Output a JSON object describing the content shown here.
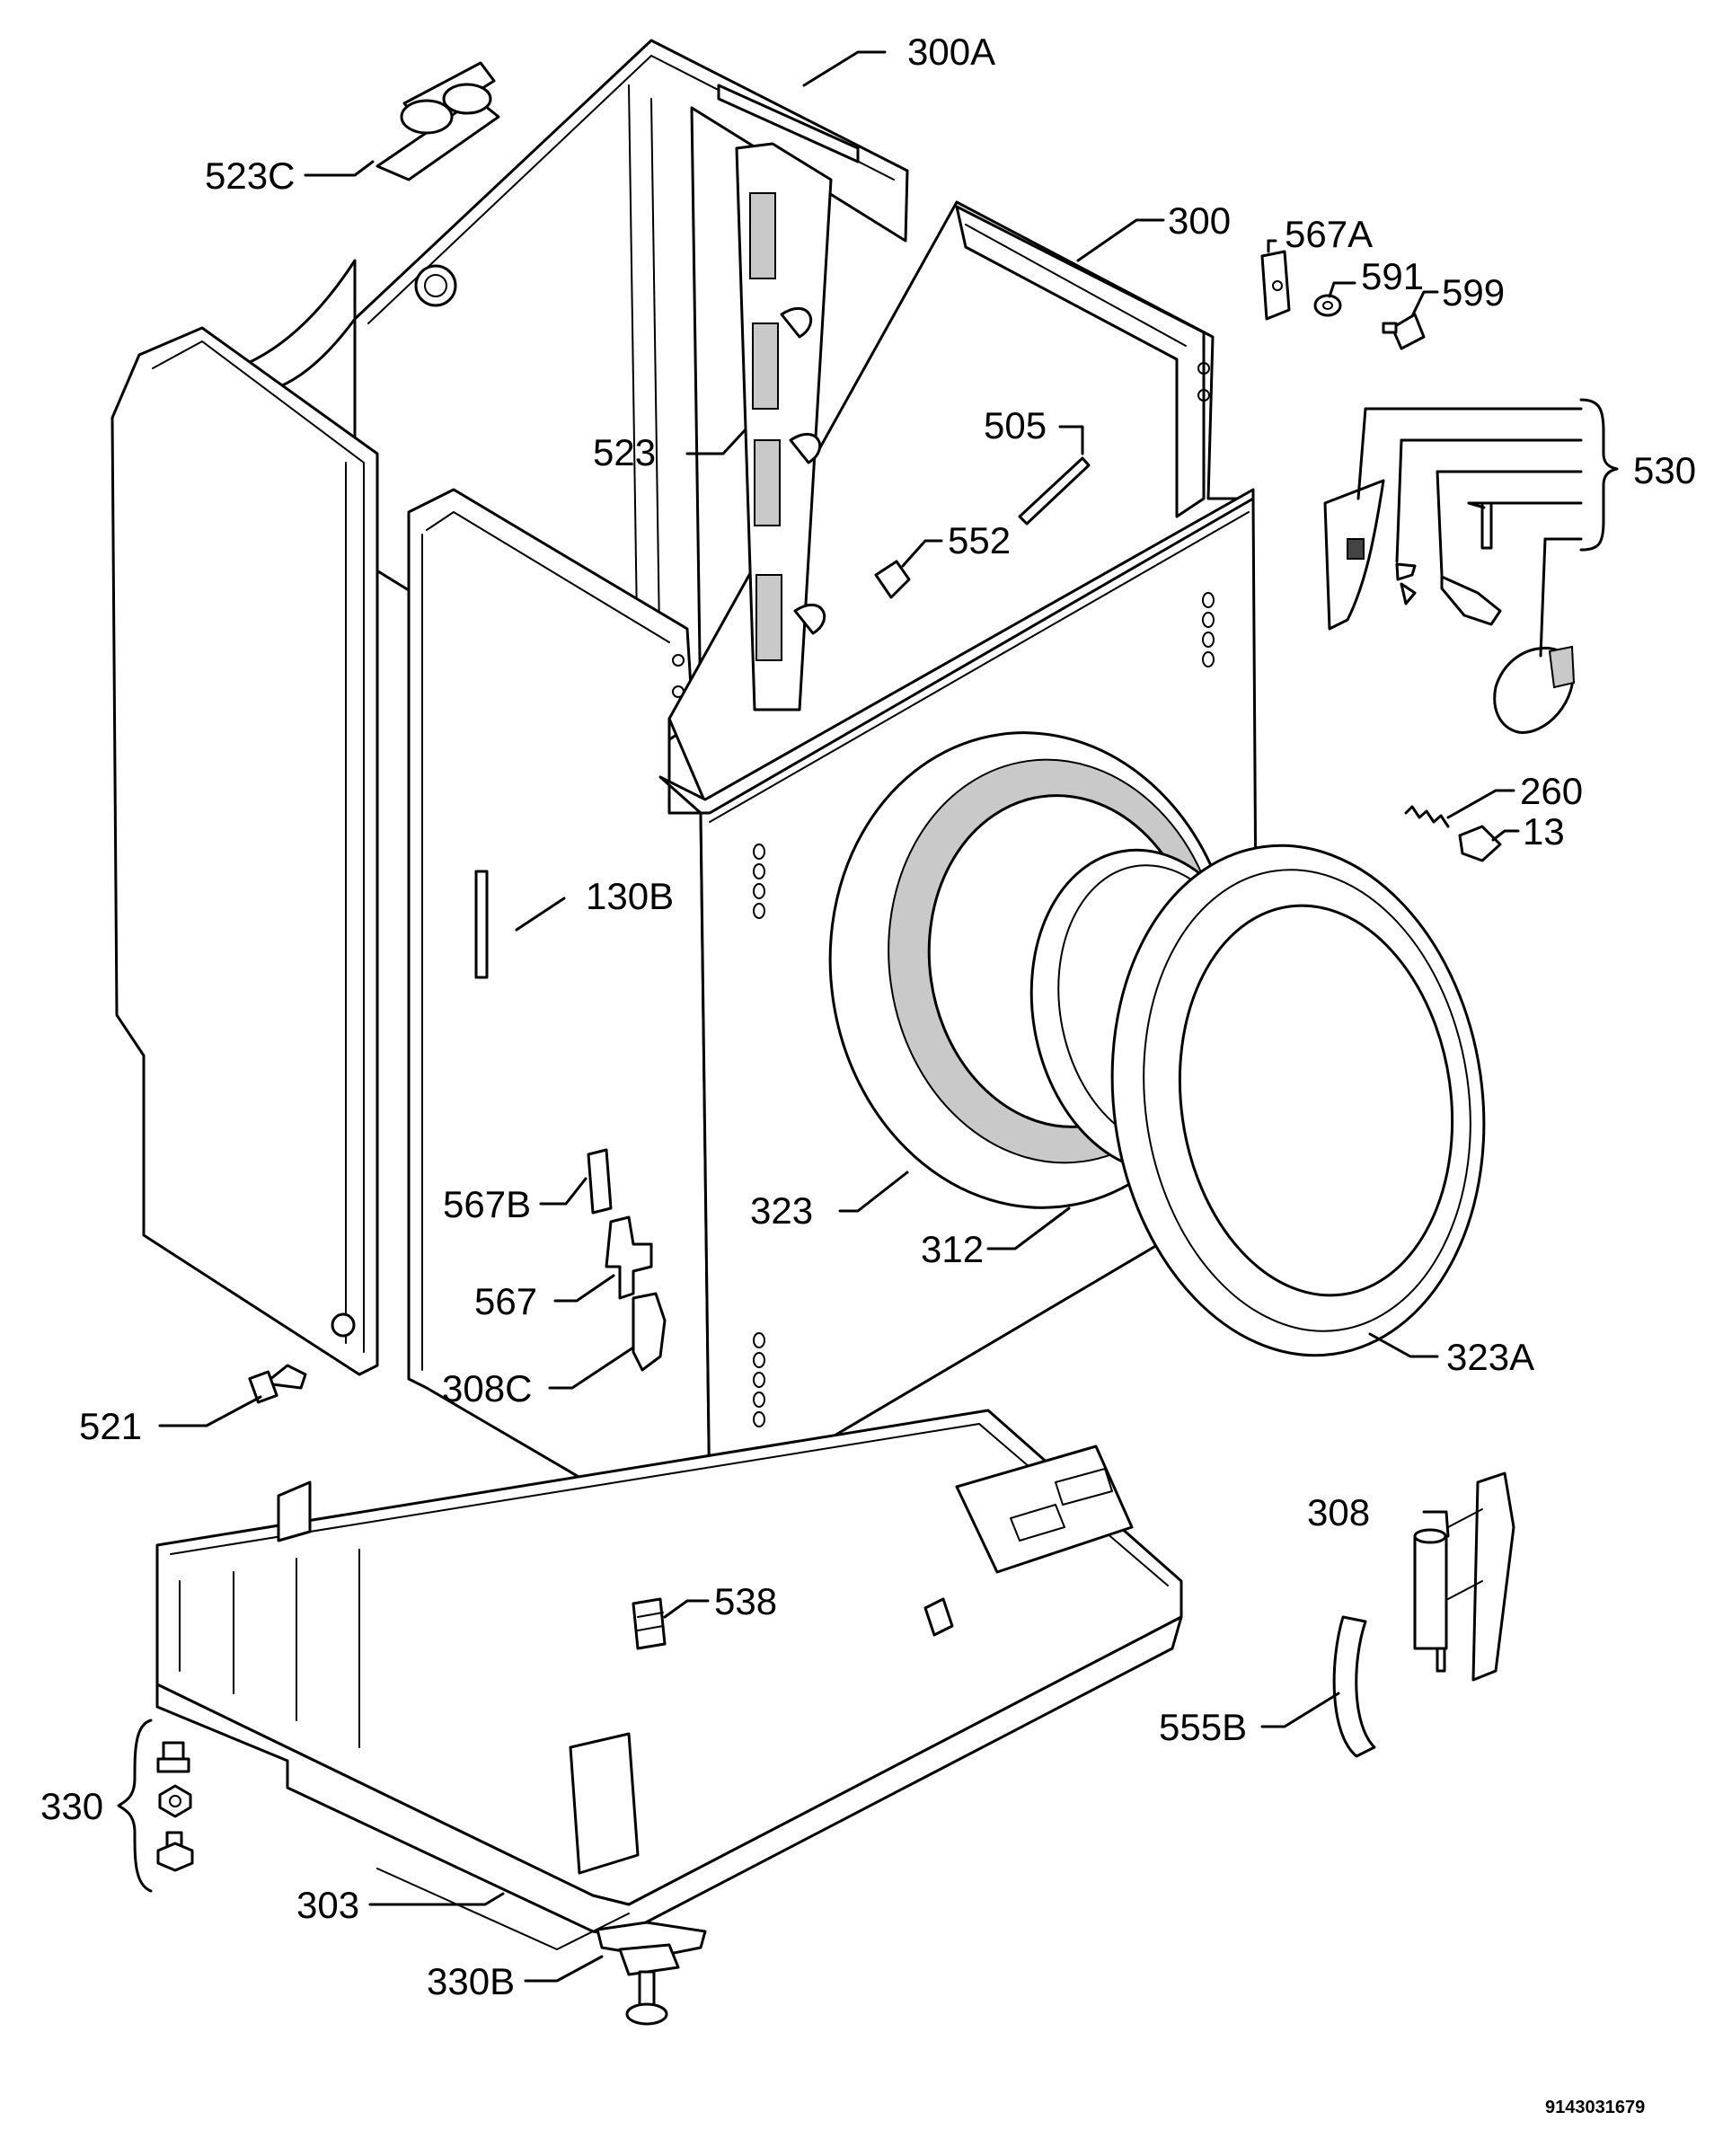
{
  "labels": {
    "l300a": "300A",
    "l523c": "523C",
    "l300": "300",
    "l567a": "567A",
    "l591": "591",
    "l599": "599",
    "l523": "523",
    "l505": "505",
    "l530": "530",
    "l552": "552",
    "l260": "260",
    "l13": "13",
    "l130b": "130B",
    "l567b": "567B",
    "l323": "323",
    "l312": "312",
    "l567": "567",
    "l323a": "323A",
    "l308c": "308C",
    "l521": "521",
    "l308": "308",
    "l538": "538",
    "l555b": "555B",
    "l330": "330",
    "l303": "303",
    "l330b": "330B"
  },
  "document_id": "9143031679"
}
